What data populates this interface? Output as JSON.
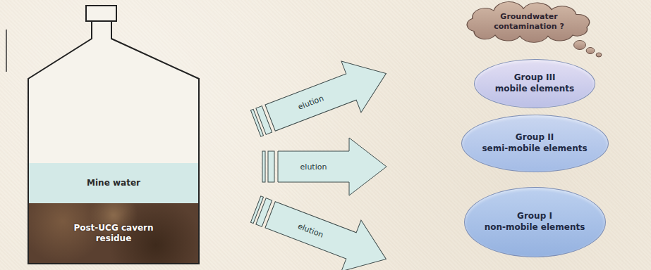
{
  "diagram": {
    "nodes": [
      {
        "text": [
          "Mine water"
        ]
      },
      {
        "text": [
          "Post-UCG cavern residue"
        ]
      },
      {
        "text": [
          "elution"
        ]
      },
      {
        "text": [
          "elution"
        ]
      },
      {
        "text": [
          "elution"
        ]
      },
      {
        "text": [
          "Groundwater contamination ?"
        ]
      },
      {
        "text": [
          "Group III",
          "mobile elements"
        ]
      },
      {
        "text": [
          "Group II",
          "semi-mobile elements"
        ]
      },
      {
        "text": [
          "Group I",
          "non-mobile elements"
        ]
      }
    ]
  }
}
